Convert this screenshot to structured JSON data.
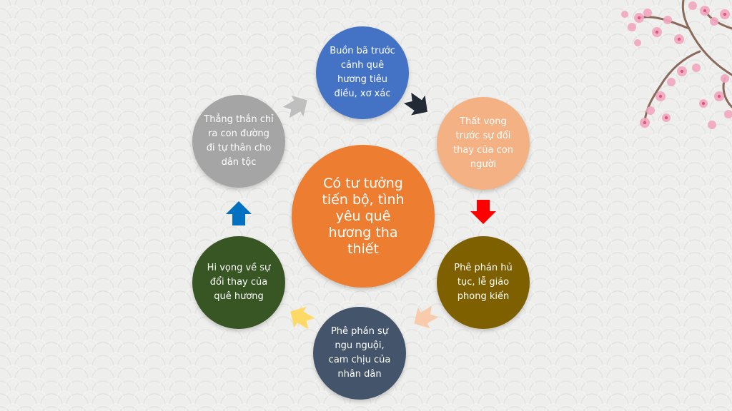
{
  "diagram": {
    "center": {
      "label": "Có tư tưởng tiến bộ, tình yêu quê hương tha thiết",
      "color": "#ED7D31"
    },
    "nodes": [
      {
        "id": "top",
        "label": "Buồn bã trước cảnh quê hương tiêu điều, xơ xác",
        "color": "#4472C4"
      },
      {
        "id": "upper-right",
        "label": "Thất vọng trước sự đổi thay của con người",
        "color": "#F4B183"
      },
      {
        "id": "lower-right",
        "label": "Phê phán hủ tục, lễ giáo phong kiến",
        "color": "#7F6000"
      },
      {
        "id": "bottom",
        "label": "Phê phán sự ngu nguội, cam chịu của nhân dân",
        "color": "#44546A"
      },
      {
        "id": "lower-left",
        "label": "Hi vọng về sự đổi thay của quê hương",
        "color": "#375623"
      },
      {
        "id": "upper-left",
        "label": "Thẳng thắn chỉ ra con đường đi tự thân cho dân tộc",
        "color": "#A5A5A5"
      }
    ],
    "arrows": [
      {
        "id": "a1",
        "color": "#222A35",
        "icon": "chevron-arrow"
      },
      {
        "id": "a2",
        "color": "#FF0000",
        "icon": "down-arrow"
      },
      {
        "id": "a3",
        "color": "#F8CBAD",
        "icon": "chevron-arrow"
      },
      {
        "id": "a4",
        "color": "#FFD966",
        "icon": "chevron-arrow"
      },
      {
        "id": "a5",
        "color": "#0070C0",
        "icon": "up-arrow"
      },
      {
        "id": "a6",
        "color": "#BFBFBF",
        "icon": "chevron-arrow"
      }
    ]
  },
  "decoration": {
    "icon": "cherry-blossom-branch"
  }
}
